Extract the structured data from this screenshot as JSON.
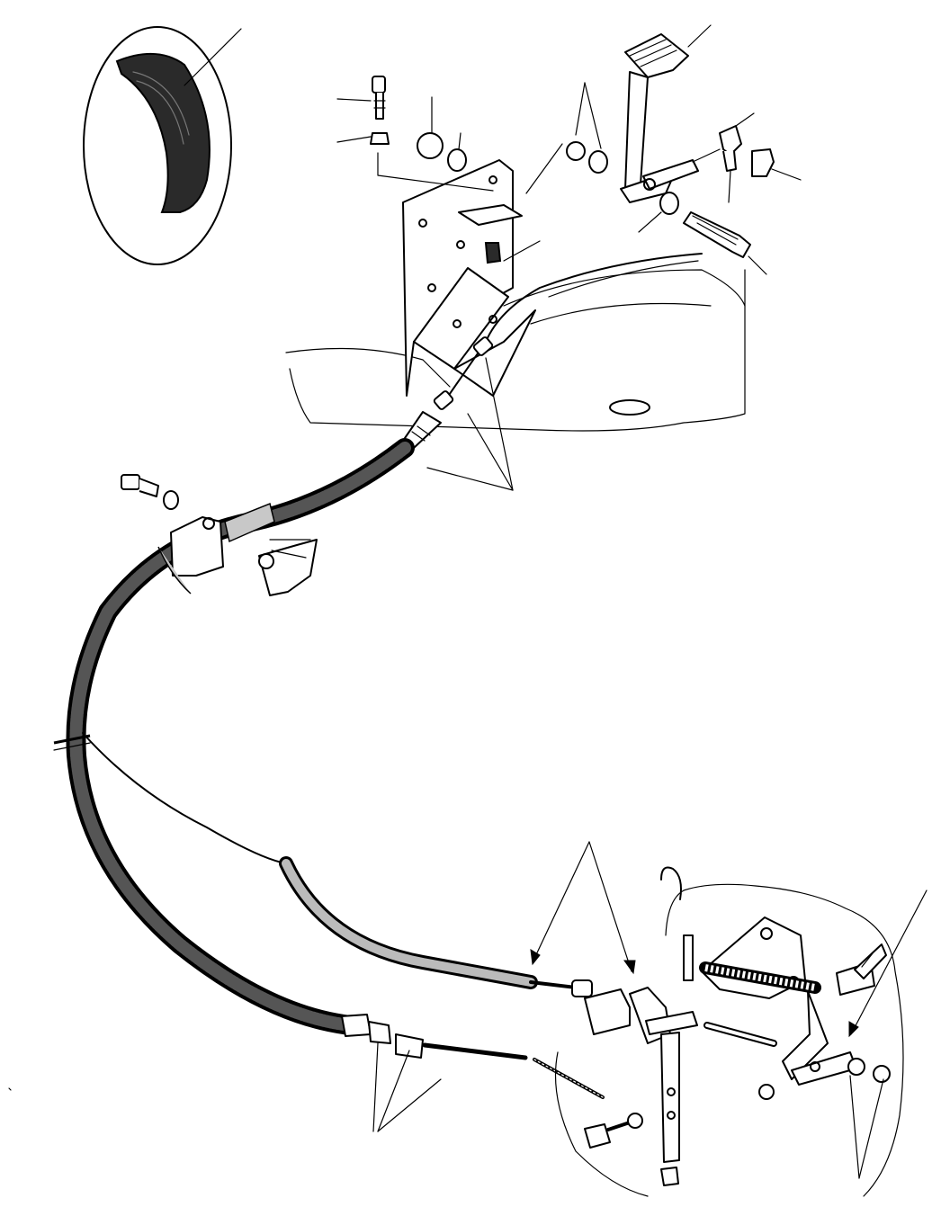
{
  "diagram": {
    "components": [
      "pedal-pad-detail",
      "accelerator-pedal",
      "mounting-bracket",
      "inner-cable",
      "cable-outer-sheath",
      "cable-clamp",
      "governor-linkage",
      "spring-assembly"
    ]
  }
}
